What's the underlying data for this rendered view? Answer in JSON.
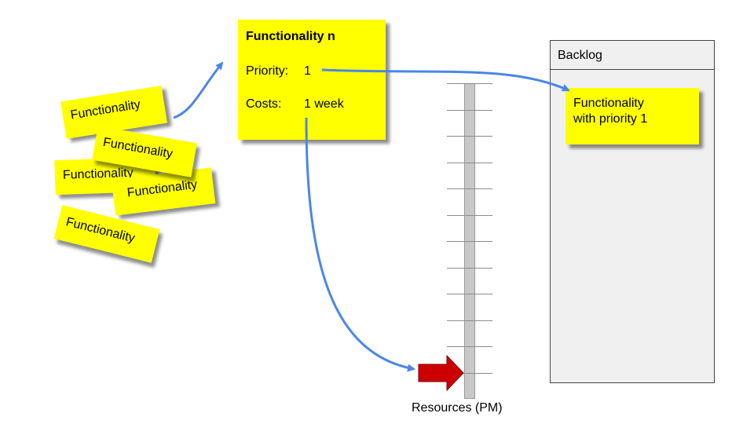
{
  "loose_notes": [
    {
      "label": "Functionality"
    },
    {
      "label": "Functionality"
    },
    {
      "label": "Functionality"
    },
    {
      "label": "Functionality"
    },
    {
      "label": "Functionality"
    }
  ],
  "main_note": {
    "title": "Functionality n",
    "priority_label": "Priority:",
    "priority_value": "1",
    "costs_label": "Costs:",
    "costs_value": "1 week"
  },
  "backlog": {
    "title": "Backlog",
    "note_line1": "Functionality",
    "note_line2": "with priority 1"
  },
  "resources": {
    "label": "Resources (PM)"
  },
  "colors": {
    "note_fill": "#ffff00",
    "arrow": "#4a86e8",
    "marker": "#cc0000",
    "bar": "#c8c8c8"
  }
}
